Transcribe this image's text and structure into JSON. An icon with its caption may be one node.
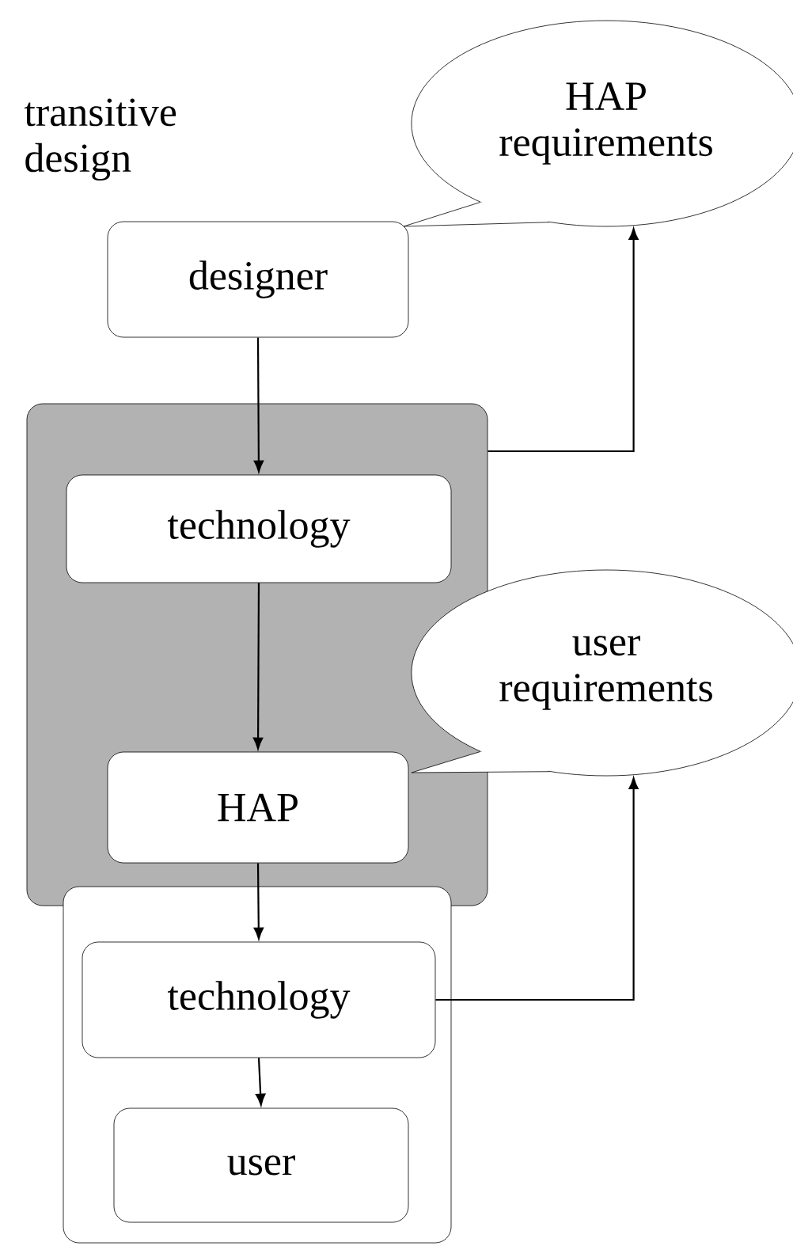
{
  "diagram": {
    "nodes": [
      {
        "text": [
          "HAP requirements"
        ]
      },
      {
        "text": [
          "designer"
        ]
      },
      {
        "text": [],
        "shape": "box"
      },
      {
        "text": [
          "technology"
        ],
        "in": 2
      },
      {
        "text": [
          "HAP"
        ],
        "in": 2
      },
      {
        "text": [
          "user requirements"
        ]
      },
      {
        "text": [],
        "shape": "box"
      },
      {
        "text": [
          "technology"
        ],
        "in": 6
      },
      {
        "text": [
          "user"
        ],
        "in": 6
      }
    ],
    "edges": [
      {
        "from": 1,
        "to": 3,
        "arrow": "to"
      },
      {
        "from": 2,
        "to": 0,
        "arrow": "to"
      },
      {
        "from": 3,
        "to": 4,
        "arrow": "to"
      },
      {
        "from": 4,
        "to": 7,
        "arrow": "to"
      },
      {
        "from": 7,
        "to": 5,
        "arrow": "to"
      },
      {
        "from": 7,
        "to": 8,
        "arrow": "to"
      }
    ],
    "labels": [
      "transitive design"
    ]
  }
}
